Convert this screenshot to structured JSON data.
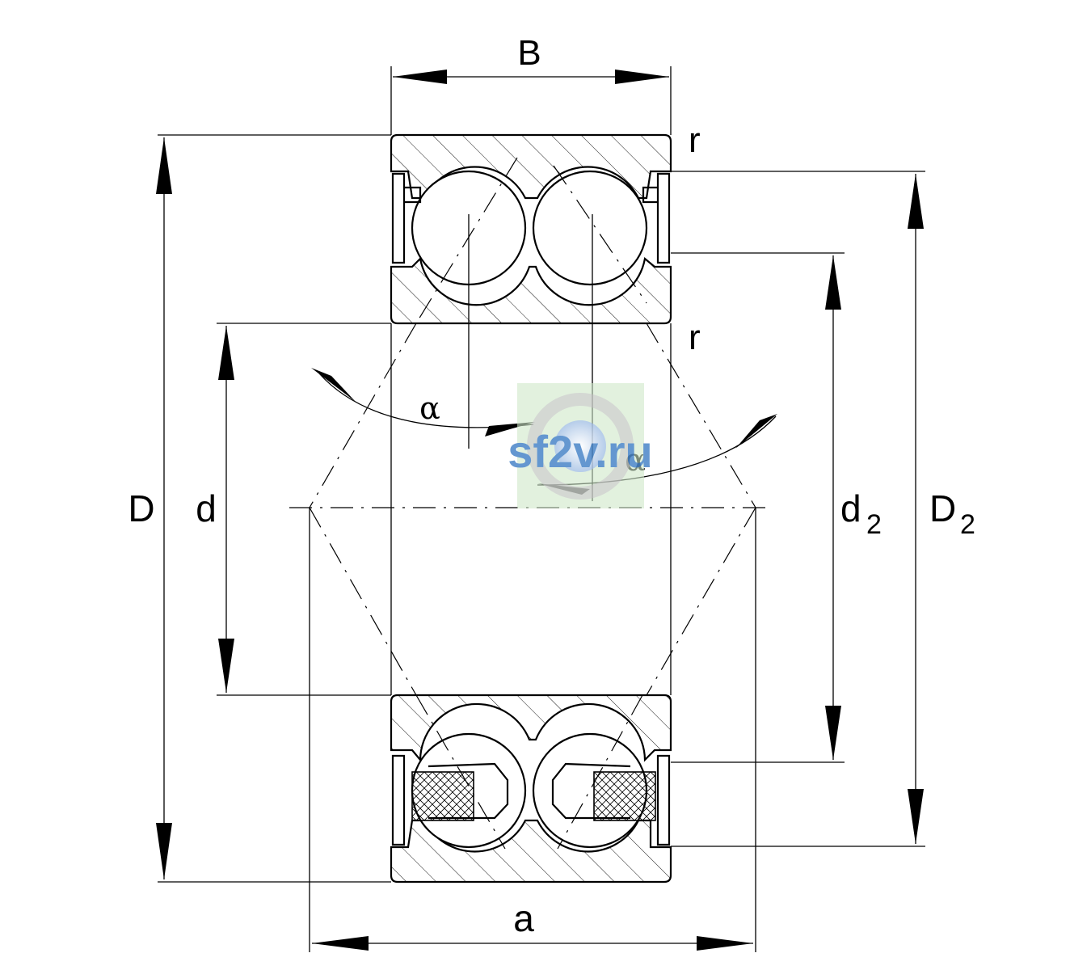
{
  "diagram": {
    "labels": {
      "width": "B",
      "outer_diameter": "D",
      "bore_diameter": "d",
      "inner_ring_shoulder": "d",
      "inner_ring_shoulder_sub": "2",
      "outer_ring_shoulder": "D",
      "outer_ring_shoulder_sub": "2",
      "pressure_center_distance": "a",
      "chamfer_top": "r",
      "chamfer_inner": "r",
      "contact_angle_left": "α",
      "contact_angle_right": "α"
    },
    "watermark": {
      "text": "sf2v.ru",
      "color": "#4a86c8",
      "badge_color": "#cfe8c9"
    }
  }
}
